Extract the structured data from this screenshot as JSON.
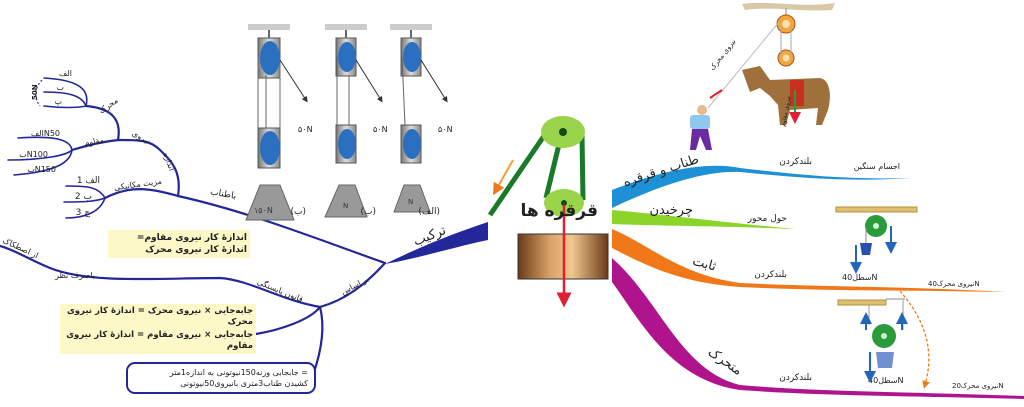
{
  "center": {
    "title": "قرقره ها"
  },
  "colors": {
    "navy": "#23279a",
    "blue": "#1e90d6",
    "green": "#8dd42a",
    "orange": "#f07818",
    "magenta": "#b0148c",
    "title": "#a0207a",
    "note_bg": "#fdf8c8"
  },
  "left": {
    "main": "ترکیب",
    "with_rope": "باطناب",
    "size": "اندازه",
    "force": "نیروی",
    "effort": "محرک",
    "effort_items": [
      "الف",
      "ب",
      "پ"
    ],
    "effort_value": "50N",
    "resist": "مقاوم",
    "resist_items": [
      "N50الف",
      "N100ب",
      "N150ب"
    ],
    "advantage": "مزیت مکانیکی",
    "advantage_items": [
      "الف 1",
      "ب 2",
      "ج 3"
    ],
    "based_on": "بر اساس",
    "conservation": "قانون پایستگی",
    "ignoring": "باصرف نظر",
    "friction": "از اصطکاک",
    "work_equality": "اندازهٔ کار نیروی مقاوم= اندازهٔ کار نیروی محرک",
    "formula_effort": "جابه‌جایی × نیروی محرک = اندازهٔ کار نیروی محرک",
    "formula_resist": "جابه‌جایی × نیروی مقاوم =  اندازهٔ کار نیروی مقاوم",
    "example_line1": "= جابجایی وزنه150نیوتونی به اندازه1متر",
    "example_line2": "کشیدن طناب3متری بانیروی50نیوتونی"
  },
  "pulley_figures": [
    {
      "label": "(ب)",
      "force": "۵۰N",
      "weight": "۱۵۰N"
    },
    {
      "label": "(ب)",
      "force": "۵۰N",
      "weight": "N"
    },
    {
      "label": "(الف)",
      "force": "۵۰N",
      "weight": "N"
    }
  ],
  "horse_figure": {
    "effort": "نیروی محرک",
    "load": "نیروی مقاوم"
  },
  "right": {
    "rope": {
      "label": "طناب و قرقره",
      "sub1": "بلندکردن",
      "sub2": "اجسام سنگین"
    },
    "rotate": {
      "label": "چرخیدن",
      "sub1": "حول محور"
    },
    "fixed": {
      "label": "ثابت",
      "sub1": "بلندکردن",
      "bucket": "سطل40N",
      "effort": "نیروی محرک40N"
    },
    "movable": {
      "label": "متحرک",
      "sub1": "بلندکردن",
      "bucket": "سطل40N",
      "effort": "نیروی محرک20N"
    }
  }
}
